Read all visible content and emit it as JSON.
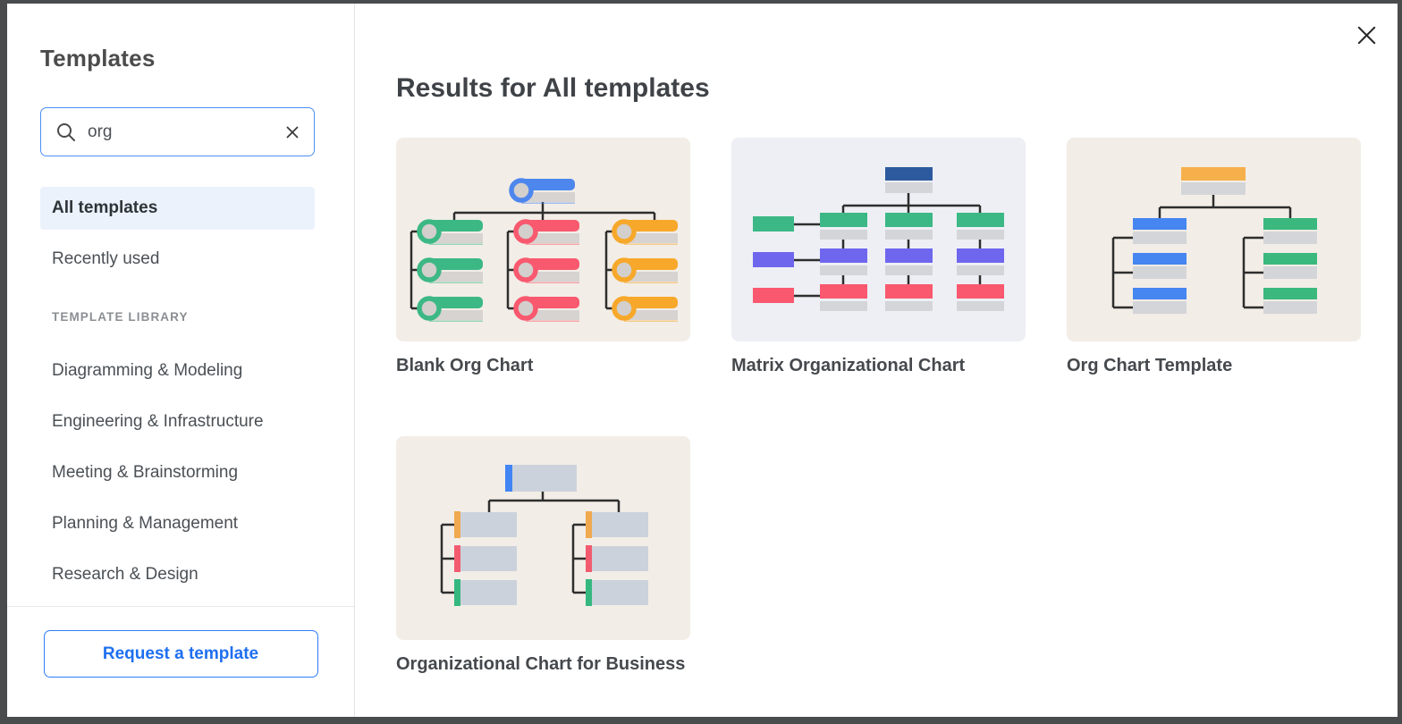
{
  "sidebar": {
    "title": "Templates",
    "search": {
      "value": "org"
    },
    "nav_items": [
      {
        "label": "All templates",
        "selected": true
      },
      {
        "label": "Recently used",
        "selected": false
      }
    ],
    "section_label": "TEMPLATE LIBRARY",
    "library_items": [
      "Diagramming & Modeling",
      "Engineering & Infrastructure",
      "Meeting & Brainstorming",
      "Planning & Management",
      "Research & Design"
    ],
    "request_button_label": "Request a template"
  },
  "main": {
    "heading": "Results for All templates",
    "cards": [
      {
        "title": "Blank Org Chart"
      },
      {
        "title": "Matrix Organizational Chart"
      },
      {
        "title": "Org Chart Template"
      },
      {
        "title": "Organizational Chart for Business"
      }
    ]
  },
  "colors": {
    "accent_blue": "#2e7cf6",
    "selected_item_bg": "#ecf2fb",
    "card_bg_beige": "#f2ede7",
    "card_bg_gray": "#edeff4",
    "chart_blue": "#4d87ee",
    "chart_green": "#3cb884",
    "chart_red": "#f8596e",
    "chart_orange": "#f7a82a",
    "chart_amber": "#f6b04b",
    "chart_purple": "#6f66ee",
    "chart_navy": "#2d5a9e",
    "chart_gray_bar": "#d4d5d9",
    "connector": "#2e2e2e"
  },
  "icons": {
    "search": "magnifier",
    "clear": "x-clear",
    "close": "x-close"
  }
}
